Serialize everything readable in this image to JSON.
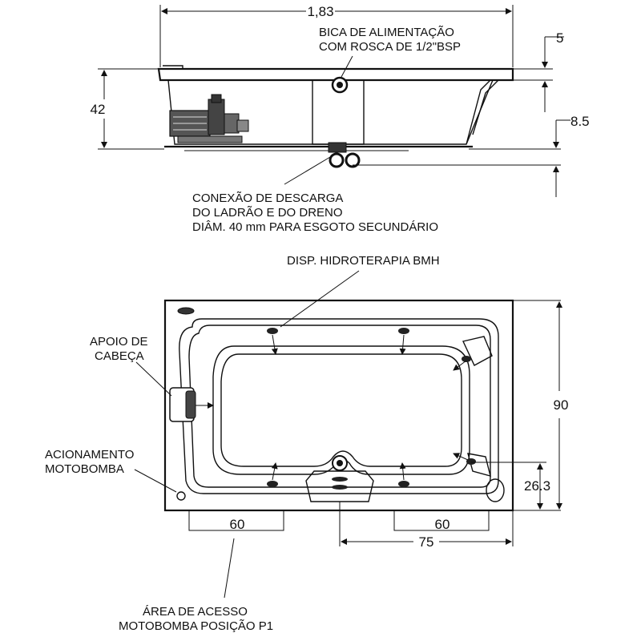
{
  "side_view": {
    "width_dim": "1,83",
    "height_dim": "42",
    "dim_top_right": "5",
    "dim_mid_right": "8.5",
    "spout_line1": "BICA DE ALIMENTAÇÃO",
    "spout_line2": "COM ROSCA DE 1/2\"BSP",
    "drain_line1": "CONEXÃO DE DESCARGA",
    "drain_line2": "DO LADRÃO E DO DRENO",
    "drain_line3": "DIÂM. 40 mm PARA ESGOTO SECUNDÁRIO"
  },
  "top_view": {
    "hydro_label": "DISP. HIDROTERAPIA BMH",
    "headrest_line1": "APOIO DE",
    "headrest_line2": "CABEÇA",
    "pump_switch_line1": "ACIONAMENTO",
    "pump_switch_line2": "MOTOBOMBA",
    "height_dim": "90",
    "offset_dim": "26.3",
    "access_left_dim": "60",
    "access_right_dim": "60",
    "drain_offset_dim": "75",
    "access_line1": "ÁREA DE ACESSO",
    "access_line2": "MOTOBOMBA POSIÇÃO P1"
  }
}
